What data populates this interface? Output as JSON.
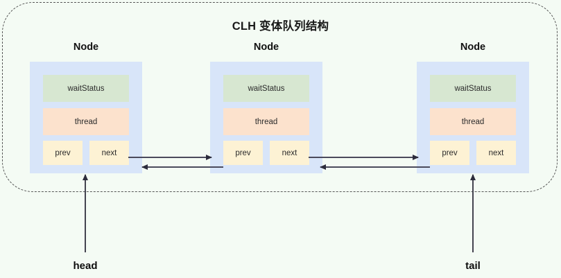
{
  "diagram": {
    "title": "CLH 变体队列结构",
    "colors": {
      "page_background": "#f4fbf4",
      "frame_border": "#555555",
      "node_background": "#d8e5f9",
      "waitstatus_fill": "#d7e7d1",
      "thread_fill": "#fce2cd",
      "pointer_fill": "#fdf2d4",
      "arrow_stroke": "#3d3d4f",
      "text": "#1a1a1a"
    },
    "nodes": [
      {
        "title": "Node",
        "fields": {
          "waitStatus": "waitStatus",
          "thread": "thread",
          "prev": "prev",
          "next": "next"
        }
      },
      {
        "title": "Node",
        "fields": {
          "waitStatus": "waitStatus",
          "thread": "thread",
          "prev": "prev",
          "next": "next"
        }
      },
      {
        "title": "Node",
        "fields": {
          "waitStatus": "waitStatus",
          "thread": "thread",
          "prev": "prev",
          "next": "next"
        }
      }
    ],
    "pointers": {
      "head": "head",
      "tail": "tail"
    },
    "links": [
      {
        "from": "node1.next",
        "to": "node2",
        "direction": "right"
      },
      {
        "from": "node2.prev",
        "to": "node1",
        "direction": "left"
      },
      {
        "from": "node2.next",
        "to": "node3",
        "direction": "right"
      },
      {
        "from": "node3.prev",
        "to": "node2",
        "direction": "left"
      }
    ]
  }
}
